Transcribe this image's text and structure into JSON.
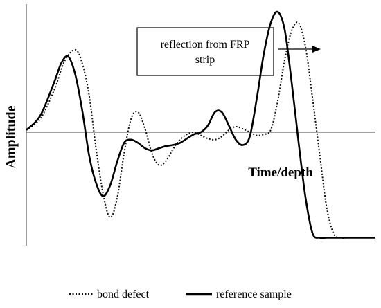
{
  "chart_data": {
    "type": "line",
    "title": "",
    "xlabel": "Time/depth",
    "ylabel": "Amplitude",
    "xlim": [
      0,
      100
    ],
    "ylim": [
      -1,
      1.1
    ],
    "grid": false,
    "legend_position": "bottom",
    "annotation": {
      "line1": "reflection from FRP",
      "line2": "strip",
      "arrow": "right"
    },
    "series": [
      {
        "name": "bond defect",
        "style": "dotted",
        "color": "#111111",
        "x": [
          0,
          4,
          8,
          11,
          14,
          16,
          18,
          20,
          22,
          24,
          26,
          28,
          30,
          32,
          34,
          36,
          38,
          40,
          42,
          44,
          46,
          48,
          50,
          52,
          54,
          56,
          58,
          60,
          62,
          64,
          66,
          68,
          70,
          72,
          74,
          76,
          78,
          80,
          82,
          84,
          86,
          88,
          90,
          92,
          94,
          96,
          98,
          100
        ],
        "y": [
          0.02,
          0.12,
          0.38,
          0.64,
          0.74,
          0.62,
          0.33,
          -0.16,
          -0.58,
          -0.8,
          -0.62,
          -0.2,
          0.12,
          0.18,
          0.03,
          -0.2,
          -0.31,
          -0.27,
          -0.16,
          -0.07,
          -0.02,
          0.0,
          -0.03,
          -0.06,
          -0.07,
          -0.04,
          0.02,
          0.05,
          0.03,
          0.0,
          -0.03,
          -0.02,
          0.02,
          0.28,
          0.65,
          0.91,
          0.98,
          0.76,
          0.3,
          -0.2,
          -0.7,
          -0.95,
          -0.99,
          -0.99,
          -0.99,
          -0.99,
          -0.99,
          -0.99
        ]
      },
      {
        "name": "reference sample",
        "style": "solid",
        "color": "#000000",
        "x": [
          0,
          4,
          8,
          10,
          12,
          14,
          16,
          18,
          20,
          22,
          24,
          26,
          28,
          30,
          32,
          34,
          36,
          38,
          40,
          42,
          44,
          46,
          48,
          50,
          52,
          54,
          56,
          58,
          60,
          62,
          64,
          66,
          68,
          70,
          72,
          74,
          76,
          78,
          80,
          82,
          84,
          86,
          88,
          90,
          92,
          94,
          96,
          98,
          100
        ],
        "y": [
          0.02,
          0.15,
          0.45,
          0.62,
          0.68,
          0.52,
          0.2,
          -0.22,
          -0.48,
          -0.6,
          -0.5,
          -0.28,
          -0.1,
          -0.07,
          -0.1,
          -0.15,
          -0.17,
          -0.15,
          -0.13,
          -0.12,
          -0.1,
          -0.06,
          -0.02,
          0.0,
          0.06,
          0.18,
          0.18,
          0.06,
          -0.07,
          -0.12,
          -0.04,
          0.3,
          0.7,
          0.98,
          1.08,
          0.92,
          0.45,
          -0.1,
          -0.62,
          -0.95,
          -0.99,
          -0.99,
          -0.99,
          -0.99,
          -0.99,
          -0.99,
          -0.99,
          -0.99,
          -0.99
        ]
      }
    ]
  }
}
